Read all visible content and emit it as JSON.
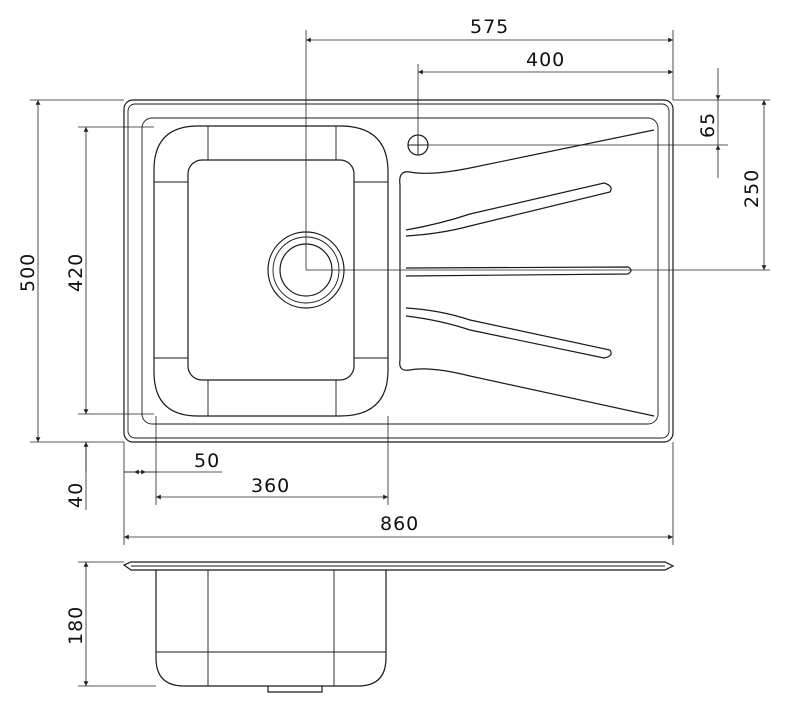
{
  "dimensions": {
    "overall_width": "860",
    "tap_offset": "575",
    "drainer_offset": "400",
    "tap_hole_depth": "65",
    "drain_center_depth": "250",
    "overall_depth": "500",
    "bowl_depth": "420",
    "bowl_offset_front": "40",
    "bowl_offset_side": "50",
    "bowl_width": "360",
    "bowl_height": "180"
  }
}
